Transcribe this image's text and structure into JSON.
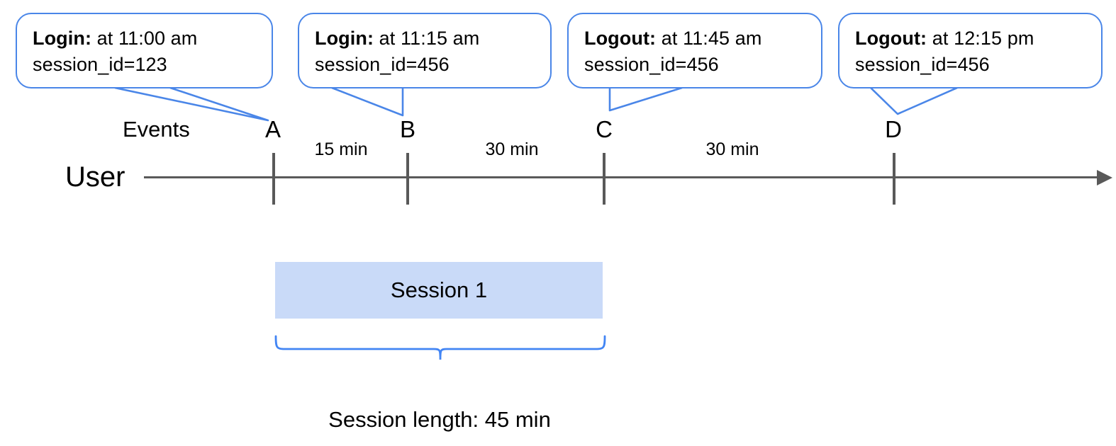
{
  "diagram": {
    "title_caption": "Session length: 45 min",
    "colors": {
      "callout_border": "#4a86e8",
      "brace": "#4285f4",
      "session_fill": "#c9daf8",
      "axis": "#595959",
      "text": "#000000"
    },
    "callouts": [
      {
        "event_type": "Login:",
        "time_text": " at 11:00 am",
        "session_line": "session_id=123",
        "points_to": "A"
      },
      {
        "event_type": "Login:",
        "time_text": " at 11:15 am",
        "session_line": "session_id=456",
        "points_to": "B"
      },
      {
        "event_type": "Logout:",
        "time_text": " at 11:45 am",
        "session_line": "session_id=456",
        "points_to": "C"
      },
      {
        "event_type": "Logout:",
        "time_text": " at 12:15 pm",
        "session_line": "session_id=456",
        "points_to": "D"
      }
    ],
    "timeline": {
      "events_row_label": "Events",
      "user_row_label": "User",
      "event_markers": [
        {
          "label": "A"
        },
        {
          "label": "B"
        },
        {
          "label": "C"
        },
        {
          "label": "D"
        }
      ],
      "intervals": [
        {
          "label": "15 min",
          "from": "A",
          "to": "B"
        },
        {
          "label": "30 min",
          "from": "B",
          "to": "C"
        },
        {
          "label": "30 min",
          "from": "C",
          "to": "D"
        }
      ]
    },
    "session": {
      "bar_label": "Session 1",
      "spans_from": "A",
      "spans_to": "C",
      "length_label": "Session length: 45 min"
    }
  }
}
